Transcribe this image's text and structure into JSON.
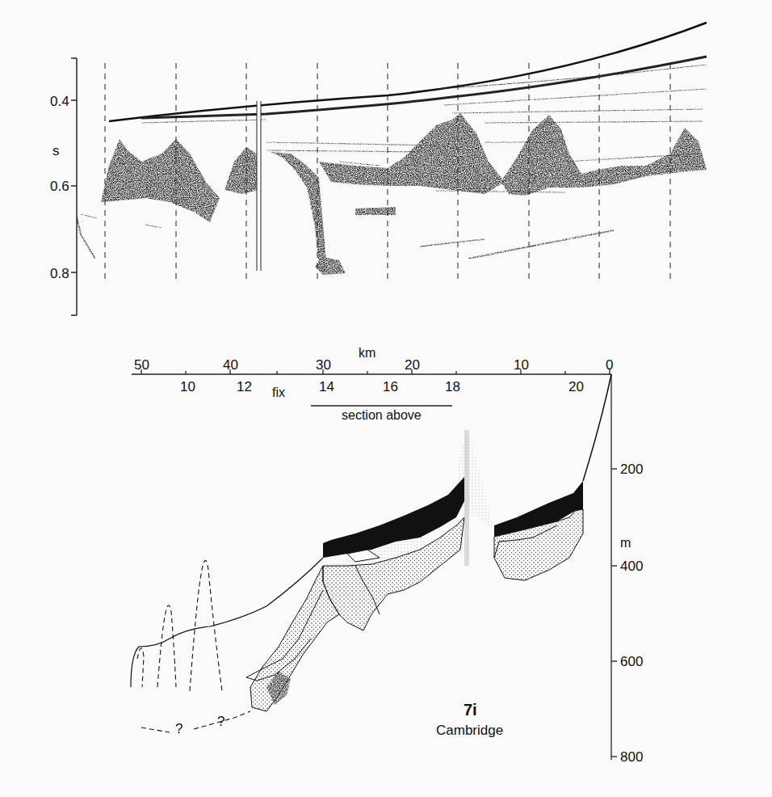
{
  "diagram": {
    "labels": [
      "0.4",
      "s",
      "0.6",
      "0.8",
      "50",
      "40",
      "30",
      "km",
      "20",
      "10",
      "0",
      "10",
      "12",
      "fix",
      "14",
      "16",
      "18",
      "20",
      "section above",
      "200",
      "m",
      "400",
      "600",
      "800",
      "?",
      "?",
      "7i",
      "Cambridge"
    ]
  }
}
